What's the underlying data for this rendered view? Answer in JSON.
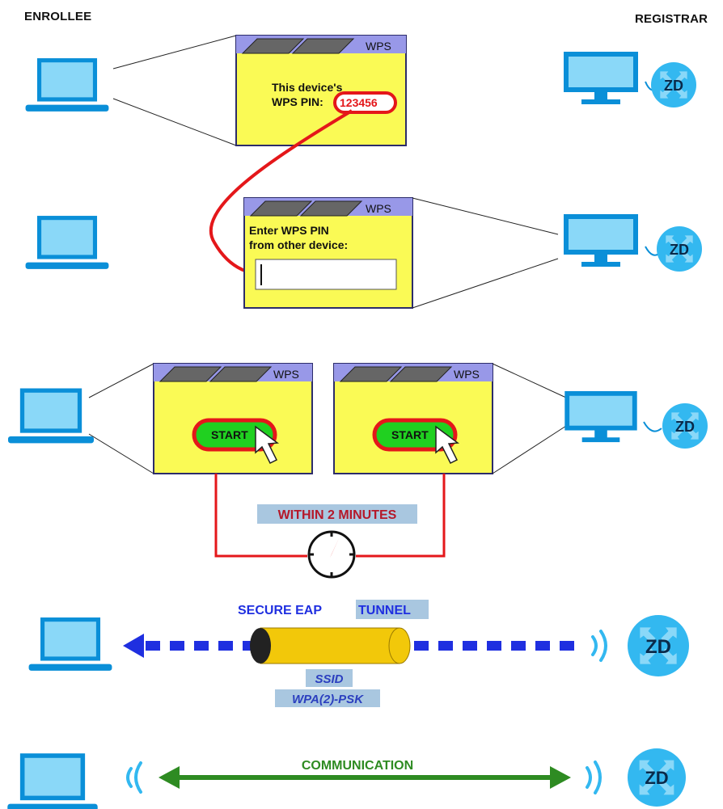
{
  "headers": {
    "enrollee": "ENROLLEE",
    "registrar": "REGISTRAR"
  },
  "wps_window": {
    "title": "WPS"
  },
  "step1": {
    "line1": "This device's",
    "line2": "WPS PIN:",
    "pin": "123456"
  },
  "step2": {
    "line1": "Enter WPS PIN",
    "line2": "from other device:"
  },
  "step3": {
    "button_label": "START",
    "timer_label": "WITHIN 2 MINUTES"
  },
  "step4": {
    "tunnel_label_part1": "SECURE EAP",
    "tunnel_label_part2": "TUNNEL",
    "credential_line1": "SSID",
    "credential_line2": "WPA(2)-PSK"
  },
  "step5": {
    "link_label": "COMMUNICATION"
  },
  "device": {
    "router_label": "ZD"
  },
  "colors": {
    "window_yellow": "#fafa55",
    "titlebar_purple": "#9898e8",
    "accent_red": "#e4171a",
    "button_green": "#20d020",
    "device_blue": "#7fd3f7",
    "device_blue_dark": "#0a8fd8",
    "router_blue": "#33b8f0",
    "tunnel_blue": "#1f2fe0",
    "tunnel_gold": "#f2c80a",
    "comm_green": "#2e8b22",
    "label_highlight": "#a9c7e0",
    "timer_label_text": "#b5182a"
  }
}
